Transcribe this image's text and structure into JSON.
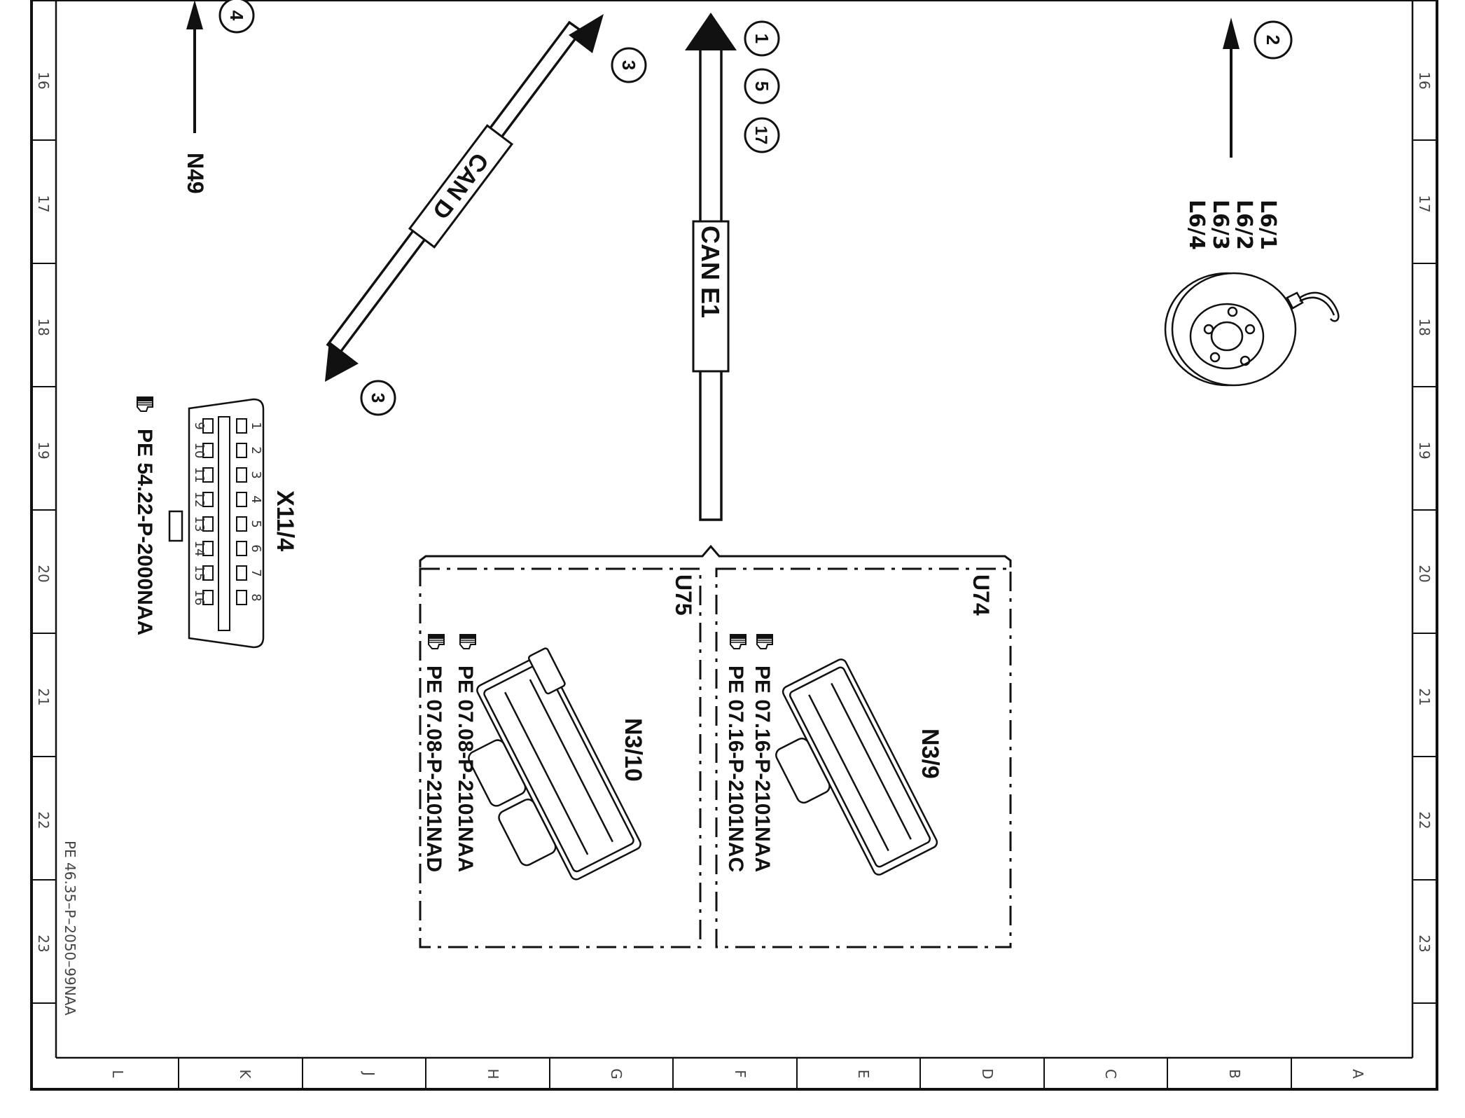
{
  "frame": {
    "row_labels": [
      "16",
      "17",
      "18",
      "19",
      "20",
      "21",
      "22",
      "23"
    ],
    "column_labels": [
      "L",
      "K",
      "J",
      "H",
      "G",
      "F",
      "E",
      "D",
      "C",
      "B",
      "A"
    ],
    "sheet_reference": "PE 46.35–P–2050–99NAA"
  },
  "bus_lines": {
    "can_d": {
      "label": "CAN D",
      "end_refs": [
        "3",
        "3"
      ]
    },
    "can_e1": {
      "label": "CAN E1",
      "end_refs": [
        "1",
        "5",
        "17"
      ]
    }
  },
  "connections": [
    {
      "label": "N49",
      "ref": "4"
    },
    {
      "labels": [
        "L6/1",
        "L6/2",
        "L6/3",
        "L6/4"
      ],
      "ref": "2"
    }
  ],
  "connector": {
    "label": "X11/4",
    "pins_top": [
      "1",
      "2",
      "3",
      "4",
      "5",
      "6",
      "7",
      "8"
    ],
    "pins_bottom": [
      "9",
      "10",
      "11",
      "12",
      "13",
      "14",
      "15",
      "16"
    ],
    "reference": "PE 54.22-P-2000NAA"
  },
  "groups": [
    {
      "id": "U75",
      "component": "N3/10",
      "references": [
        "PE 07.08-P-2101NAA",
        "PE 07.08-P-2101NAD"
      ]
    },
    {
      "id": "U74",
      "component": "N3/9",
      "references": [
        "PE 07.16-P-2101NAA",
        "PE 07.16-P-2101NAC"
      ]
    }
  ]
}
